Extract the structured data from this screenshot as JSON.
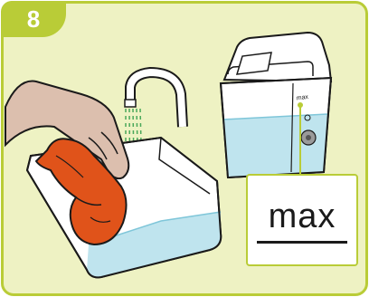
{
  "step": {
    "number": "8"
  },
  "callout": {
    "label": "max"
  },
  "tank": {
    "scale_text": "max"
  },
  "colors": {
    "accent": "#b9cc37",
    "panel_bg": "#eef2c3",
    "water": "#bfe4ee",
    "object": "#e0531a",
    "skin": "#dcbfae"
  },
  "icons": [
    "faucet-icon",
    "hand-icon",
    "water-tank-icon",
    "basin-icon"
  ]
}
